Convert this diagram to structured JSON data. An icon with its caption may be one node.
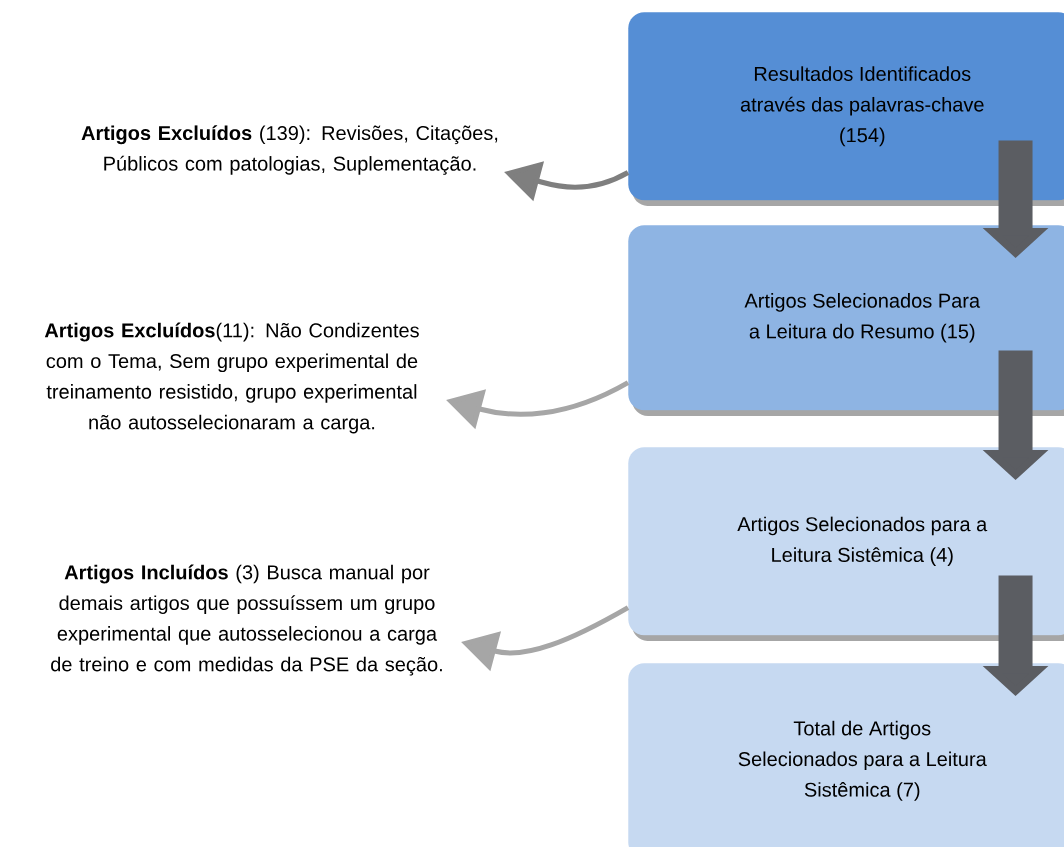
{
  "diagram": {
    "nodes": [
      {
        "text": [
          "Resultados Identificados através das palavras-chave (154)"
        ]
      },
      {
        "text": [
          "Artigos Selecionados Para a Leitura do Resumo (15)"
        ]
      },
      {
        "text": [
          "Artigos Selecionados para a Leitura Sistêmica (4)"
        ]
      },
      {
        "text": [
          "Total de Artigos Selecionados para a Leitura Sistêmica (7)"
        ]
      },
      {
        "text": [
          "**Artigos Excluídos** (139): Revisões, Citações, Públicos com patologias, Suplementação."
        ]
      },
      {
        "text": [
          "**Artigos Excluídos**(11): Não Condizentes com o Tema, Sem grupo experimental de treinamento resistido, grupo experimental não autosselecionaram a carga."
        ]
      },
      {
        "text": [
          "**Artigos Incluídos** (3) Busca manual por demais artigos que possuíssem um grupo experimental que autosselecionou a carga de treino e com medidas da PSE da seção."
        ]
      }
    ],
    "edges": [
      {
        "from": 0,
        "to": 1,
        "arrow": "to",
        "style": "thick"
      },
      {
        "from": 1,
        "to": 2,
        "arrow": "to",
        "style": "thick"
      },
      {
        "from": 2,
        "to": 3,
        "arrow": "to",
        "style": "thick"
      },
      {
        "from": 0,
        "to": 4,
        "arrow": "to",
        "color": "#7f7f7f"
      },
      {
        "from": 1,
        "to": 5,
        "arrow": "to",
        "color": "#a6a6a6"
      },
      {
        "from": 2,
        "to": 6,
        "arrow": "to",
        "color": "#a6a6a6"
      }
    ]
  }
}
